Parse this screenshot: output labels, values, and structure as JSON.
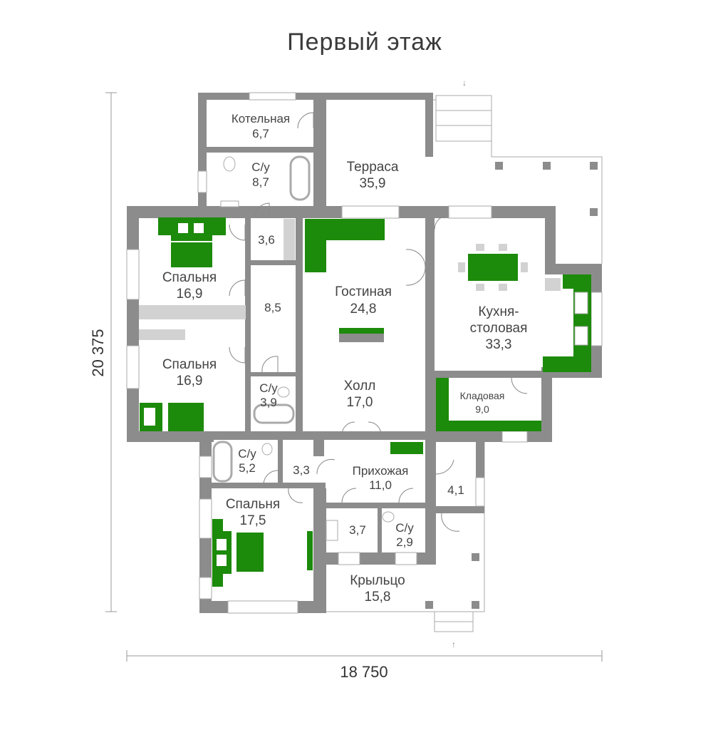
{
  "title": "Первый этаж",
  "dimensions": {
    "height": "20 375",
    "width": "18 750"
  },
  "rooms": {
    "boiler": {
      "name": "Котельная",
      "area": "6,7"
    },
    "bath1": {
      "name": "С/у",
      "area": "8,7"
    },
    "terrace": {
      "name": "Терраса",
      "area": "35,9"
    },
    "closet1": {
      "area": "3,6"
    },
    "bedroom1": {
      "name": "Спальня",
      "area": "16,9"
    },
    "corridor": {
      "area": "8,5"
    },
    "living": {
      "name": "Гостиная",
      "area": "24,8"
    },
    "kitchen": {
      "name1": "Кухня-",
      "name2": "столовая",
      "area": "33,3"
    },
    "bedroom2": {
      "name": "Спальня",
      "area": "16,9"
    },
    "bath2": {
      "name": "С/у",
      "area": "3,9"
    },
    "hall": {
      "name": "Холл",
      "area": "17,0"
    },
    "pantry": {
      "name": "Кладовая",
      "area": "9,0"
    },
    "bath3": {
      "name": "С/у",
      "area": "5,2"
    },
    "closet2": {
      "area": "3,3"
    },
    "entry": {
      "name": "Прихожая",
      "area": "11,0"
    },
    "closet3": {
      "area": "4,1"
    },
    "bedroom3": {
      "name": "Спальня",
      "area": "17,5"
    },
    "closet4": {
      "area": "3,7"
    },
    "bath4": {
      "name": "С/у",
      "area": "2,9"
    },
    "porch": {
      "name": "Крыльцо",
      "area": "15,8"
    }
  },
  "colors": {
    "walls": "#8c8c8c",
    "furniture": "#1c8a0a",
    "text": "#444444"
  }
}
